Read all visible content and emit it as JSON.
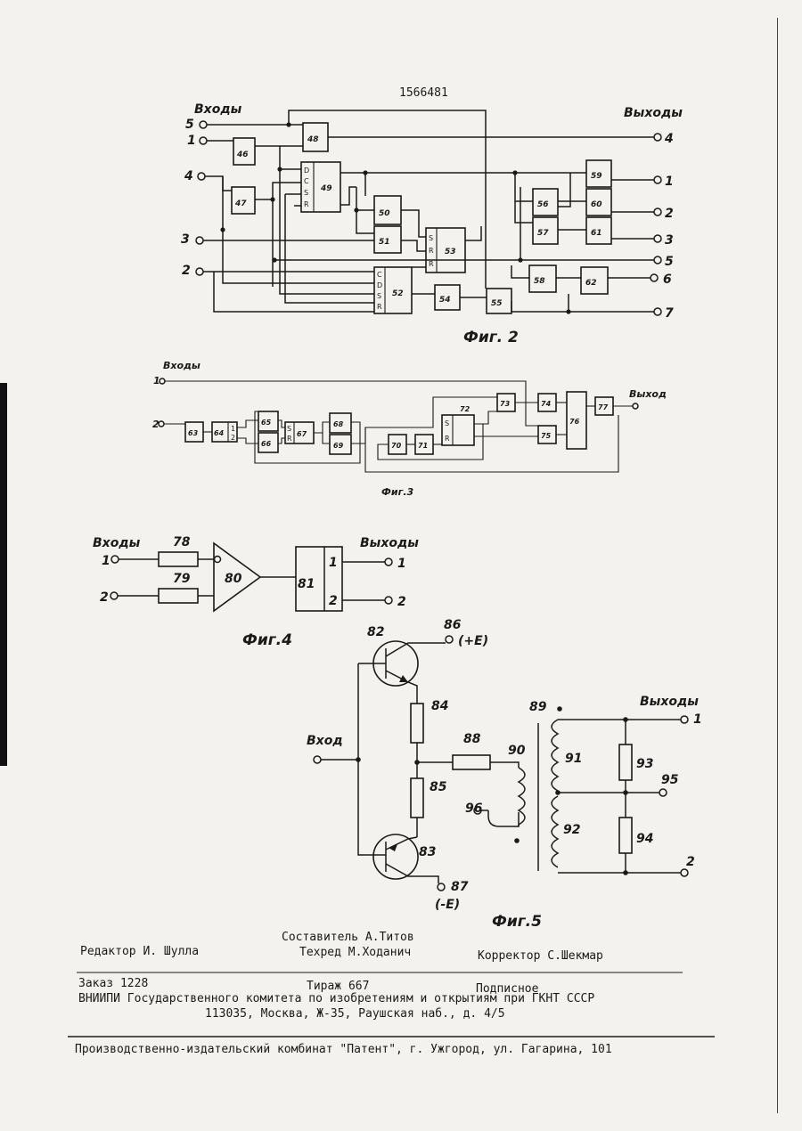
{
  "doc_number": "1566481",
  "fig2": {
    "caption": "Фиг. 2",
    "inputs_label": "Входы",
    "outputs_label": "Выходы",
    "inputs": [
      "5",
      "1",
      "4",
      "3",
      "2"
    ],
    "outputs": [
      "4",
      "1",
      "2",
      "3",
      "5",
      "6",
      "7"
    ],
    "blocks": [
      "46",
      "47",
      "48",
      "49",
      "50",
      "51",
      "52",
      "53",
      "54",
      "55",
      "56",
      "57",
      "58",
      "59",
      "60",
      "61",
      "62"
    ],
    "pins49": [
      "D",
      "C",
      "S",
      "R"
    ],
    "pins52": [
      "C",
      "D",
      "S",
      "R"
    ],
    "pins53": [
      "S",
      "R",
      "R"
    ]
  },
  "fig3": {
    "caption": "Фиг.3",
    "input_top_label": "Входы",
    "output_label": "Выход",
    "inputs": [
      "1",
      "2"
    ],
    "blocks": [
      "63",
      "64",
      "65",
      "66",
      "67",
      "68",
      "69",
      "70",
      "71",
      "72",
      "73",
      "74",
      "75",
      "76",
      "77"
    ],
    "pins64": [
      "1",
      "2"
    ],
    "pins_sr": [
      "S",
      "R"
    ]
  },
  "fig4": {
    "caption": "Фиг.4",
    "inputs_label": "Входы",
    "outputs_label": "Выходы",
    "inputs": [
      "1",
      "2"
    ],
    "outputs": [
      "1",
      "2"
    ],
    "resistors": [
      "78",
      "79"
    ],
    "amp": "80",
    "block": "81",
    "block_pins": [
      "1",
      "2"
    ]
  },
  "fig5": {
    "caption": "Фиг.5",
    "input_label": "Вход",
    "outputs_label": "Выходы",
    "labels": [
      "82",
      "83",
      "84",
      "85",
      "86",
      "87",
      "88",
      "89",
      "90",
      "91",
      "92",
      "93",
      "94",
      "95",
      "96"
    ],
    "supply_pos": "(+E)",
    "supply_neg": "(-E)",
    "outputs": [
      "1",
      "95",
      "2"
    ]
  },
  "footer": {
    "compiler": "Составитель А.Титов",
    "editor": "Редактор И. Шулла",
    "techred": "Техред М.Ходанич",
    "corrector": "Корректор С.Шекмар",
    "order": "Заказ 1228",
    "circulation": "Тираж 667",
    "subscription": "Подписное",
    "institute": "ВНИИПИ Государственного комитета по изобретениям и открытиям при ГКНТ СССР",
    "address": "113035, Москва, Ж-35, Раушская наб., д. 4/5",
    "publisher": "Производственно-издательский комбинат \"Патент\", г. Ужгород, ул. Гагарина, 101"
  }
}
